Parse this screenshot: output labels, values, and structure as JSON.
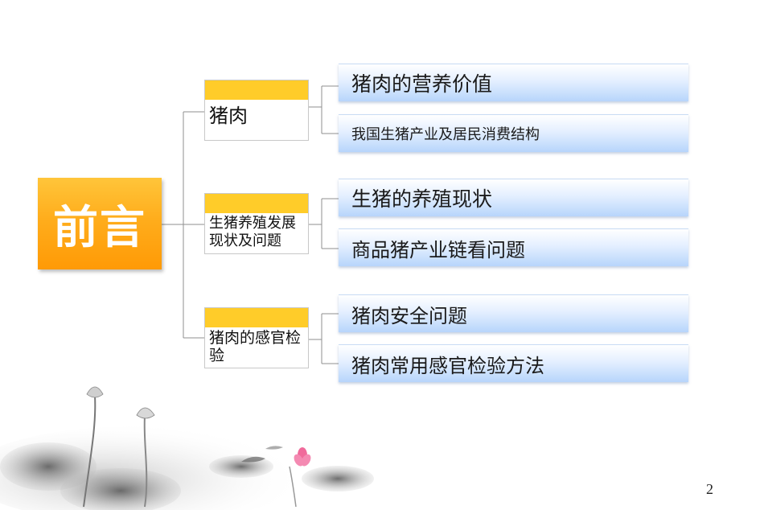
{
  "root": {
    "label": "前言"
  },
  "sections": [
    {
      "label": "猪肉",
      "items": [
        "猪肉的营养价值",
        "我国生猪产业及居民消费结构"
      ]
    },
    {
      "label": "生猪养殖发展现状及问题",
      "items": [
        "生猪的养殖现状",
        "商品猪产业链看问题"
      ]
    },
    {
      "label": "猪肉的感官检验",
      "items": [
        "猪肉安全问题",
        "猪肉常用感官检验方法"
      ]
    }
  ],
  "page_number": "2",
  "decoration": {
    "image": "lotus-ink-painting",
    "accent_color": "#ffad1c",
    "leaf_color": "#b7d5fb"
  }
}
